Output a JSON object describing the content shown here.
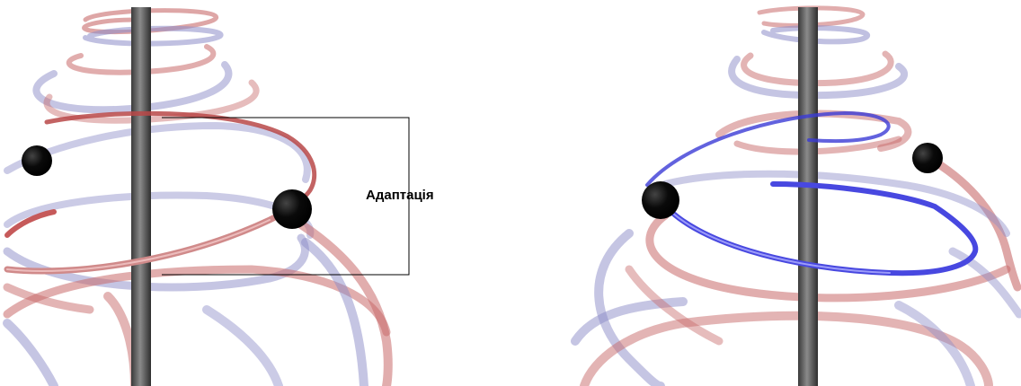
{
  "annotation": {
    "label": "Адаптація"
  },
  "colors": {
    "background": "#ffffff",
    "axis": "#555555",
    "red_tube": "#c86a6a",
    "blue_tube": "#8c8cc8",
    "highlight_red": "#b84848",
    "highlight_blue": "#3b3bd6",
    "ball": "#000000",
    "bracket": "#000000"
  },
  "panels": [
    {
      "id": "left",
      "highlighted_strand": "red"
    },
    {
      "id": "right",
      "highlighted_strand": "blue"
    }
  ]
}
